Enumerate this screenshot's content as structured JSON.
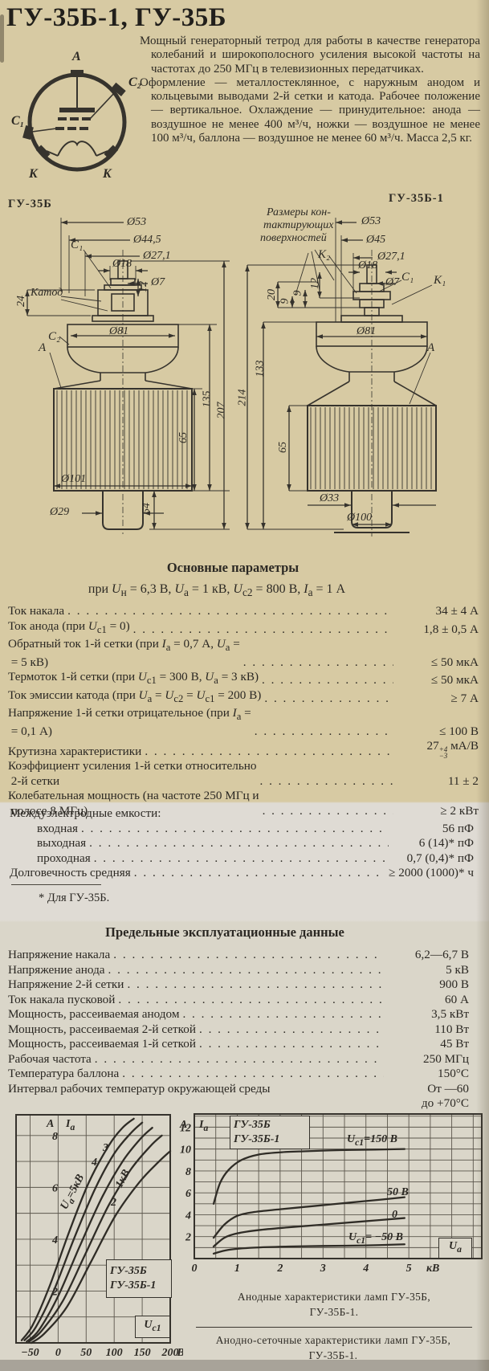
{
  "page": {
    "title": "ГУ-35Б-1, ГУ-35Б"
  },
  "intro": {
    "p1": "Мощный генераторный тетрод для работы в качестве генератора колебаний и широкополосного усиления высокой частоты на частотах до 250 МГц в телевизионных передатчиках.",
    "p2": "Оформление — металлостеклянное, с наружным анодом и кольцевыми выводами 2-й сетки и катода. Рабочее положение — вертикальное. Охлаждение — принудительное: анода — воздушное не менее 400 м³/ч, ножки — воздушное не менее 100 м³/ч, баллона — воздушное не менее 60 м³/ч. Масса 2,5 кг."
  },
  "pinout": {
    "a": "A",
    "c2": "C₂",
    "c1": "C₁",
    "k_left": "K",
    "k_right": "K"
  },
  "drawings": {
    "left": {
      "model": "ГУ-35Б",
      "c1": "C₁",
      "cathode": "Катод",
      "c2": "C₂",
      "a": "A",
      "d53": "Ø53",
      "d445": "Ø44,5",
      "d271": "Ø27,1",
      "d18": "Ø18",
      "d7": "Ø7",
      "d12": "12",
      "d24": "24",
      "d81": "Ø81",
      "d65": "65",
      "d135": "135",
      "d207": "207",
      "d101": "Ø101",
      "d29": "Ø29",
      "d54": "54"
    },
    "right": {
      "model": "ГУ-35Б-1",
      "note1": "Размеры кон-",
      "note2": "тактирующих",
      "note3": "поверхностей",
      "k2": "K₂",
      "c1": "C₁",
      "k1": "K₁",
      "a": "A",
      "d53": "Ø53",
      "d45": "Ø45",
      "d271": "Ø27,1",
      "d18": "Ø18",
      "d7": "Ø7",
      "d12": "12",
      "d20": "20",
      "d9a": "9",
      "d9b": "9",
      "d214": "214",
      "d133": "133",
      "d65": "65",
      "d81": "Ø81",
      "d33": "Ø33",
      "d100": "Ø100"
    }
  },
  "main_params": {
    "heading": "Основные параметры",
    "condition": "при <i>U</i><sub>н</sub> = 6,3 В, <i>U</i><sub>а</sub> = 1 кВ, <i>U</i><sub>с2</sub> = 800 В, <i>I</i><sub>а</sub> = 1 А",
    "rows": [
      {
        "label": "Ток накала",
        "value": "34 ± 4 А"
      },
      {
        "label": "Ток анода (при <i>U</i><sub>с1</sub> = 0)",
        "value": "1,8 ± 0,5 А"
      },
      {
        "label": "Обратный ток 1-й сетки (при <i>I</i><sub>а</sub> = 0,7 А, <i>U</i><sub>а</sub> =<br>&nbsp;= 5 кВ)",
        "value": "≤ 50 мкА"
      },
      {
        "label": "Термоток 1-й сетки (при <i>U</i><sub>с1</sub> = 300 В, <i>U</i><sub>а</sub> = 3 кВ)",
        "value": "≤ 50 мкА"
      },
      {
        "label": "Ток эмиссии катода (при <i>U</i><sub>а</sub> = <i>U</i><sub>с2</sub> = <i>U</i><sub>с1</sub> = 200 В)",
        "value": "≥ 7 А"
      },
      {
        "label": "Напряжение 1-й сетки отрицательное (при <i>I</i><sub>а</sub> =<br>&nbsp;= 0,1 А)",
        "value": "≤ 100 В"
      },
      {
        "label": "Крутизна характеристики",
        "value": "27<span class=\"ss\"><span>+4</span><span>−3</span></span> мА/В"
      },
      {
        "label": "Коэффициент усиления 1-й сетки относительно<br>&nbsp;2-й сетки",
        "value": "11 ± 2"
      },
      {
        "label": "Колебательная мощность (на частоте 250 МГц и<br>&nbsp;полосе 8 МГц)",
        "value": "≥ 2 кВт"
      }
    ]
  },
  "capacitance": {
    "heading": "Междуэлектродные емкости:",
    "rows": [
      {
        "label": "входная",
        "value": "56 пФ"
      },
      {
        "label": "выходная",
        "value": "6 (14)* пФ"
      },
      {
        "label": "проходная",
        "value": "0,7 (0,4)* пФ"
      }
    ],
    "life_label": "Долговечность средняя",
    "life_value": "≥ 2000 (1000)* ч",
    "footnote": "* Для ГУ-35Б."
  },
  "limits": {
    "heading": "Предельные эксплуатационные данные",
    "rows": [
      {
        "label": "Напряжение накала",
        "value": "6,2—6,7 В"
      },
      {
        "label": "Напряжение анода",
        "value": "5 кВ"
      },
      {
        "label": "Напряжение 2-й сетки",
        "value": "900 В"
      },
      {
        "label": "Ток накала пусковой",
        "value": "60 А"
      },
      {
        "label": "Мощность, рассеиваемая анодом",
        "value": "3,5 кВт"
      },
      {
        "label": "Мощность, рассеиваемая 2-й сеткой",
        "value": "110 Вт"
      },
      {
        "label": "Мощность, рассеиваемая 1-й сеткой",
        "value": "45 Вт"
      },
      {
        "label": "Рабочая частота",
        "value": "250 МГц"
      },
      {
        "label": "Температура баллона",
        "value": "150°С"
      },
      {
        "label": "Интервал рабочих температур окружающей среды",
        "value": "От —60\nдо +70°С"
      }
    ]
  },
  "chart_data": [
    {
      "type": "line",
      "title": "Анодно-сеточные характеристики ламп ГУ-35Б, ГУ-35Б-1",
      "xlabel": "Uc1",
      "xunit": "В",
      "ylabel": "Ia",
      "y_letter": "A",
      "y_symbol": "<i>I</i><sub>а</sub>",
      "corner_label": "<i>U</i><sub>с1</sub>",
      "xlim": [
        -75,
        200
      ],
      "ylim": [
        0,
        8.8
      ],
      "grid_step_x": 50,
      "grid_step_y": 1,
      "xticks": [
        -50,
        0,
        50,
        100,
        150,
        200
      ],
      "yticks": [
        2,
        4,
        6,
        8
      ],
      "grid": true,
      "legend_position": "on-curve",
      "model_lines": [
        "ГУ-35Б",
        "ГУ-35Б-1"
      ],
      "curve_labels": {
        "u5": "<i>U</i><sub>а</sub>=5кВ",
        "u4": "4",
        "u3": "3",
        "u2": "2",
        "u1": "1кВ"
      },
      "series": [
        {
          "name": "Ua=5кВ",
          "points": [
            [
              -65,
              0.1
            ],
            [
              -45,
              0.7
            ],
            [
              -15,
              2.2
            ],
            [
              20,
              4.3
            ],
            [
              55,
              6.2
            ],
            [
              90,
              7.6
            ],
            [
              115,
              8.3
            ],
            [
              135,
              8.65
            ]
          ]
        },
        {
          "name": "Ua=4кВ",
          "points": [
            [
              -60,
              0.1
            ],
            [
              -40,
              0.6
            ],
            [
              -8,
              2.0
            ],
            [
              28,
              4.0
            ],
            [
              65,
              5.9
            ],
            [
              100,
              7.3
            ],
            [
              130,
              8.1
            ],
            [
              150,
              8.5
            ]
          ]
        },
        {
          "name": "Ua=3кВ",
          "points": [
            [
              -56,
              0.05
            ],
            [
              -34,
              0.5
            ],
            [
              0,
              1.8
            ],
            [
              38,
              3.7
            ],
            [
              78,
              5.6
            ],
            [
              115,
              7.0
            ],
            [
              148,
              7.9
            ],
            [
              168,
              8.3
            ]
          ]
        },
        {
          "name": "Ua=2кВ",
          "points": [
            [
              -52,
              0.05
            ],
            [
              -30,
              0.45
            ],
            [
              8,
              1.6
            ],
            [
              48,
              3.4
            ],
            [
              90,
              5.3
            ],
            [
              130,
              6.7
            ],
            [
              165,
              7.6
            ],
            [
              185,
              8.0
            ]
          ]
        },
        {
          "name": "Ua=1кВ",
          "points": [
            [
              -48,
              0
            ],
            [
              -25,
              0.35
            ],
            [
              16,
              1.4
            ],
            [
              58,
              3.1
            ],
            [
              102,
              4.9
            ],
            [
              145,
              6.2
            ],
            [
              180,
              7.0
            ],
            [
              200,
              7.4
            ]
          ]
        }
      ]
    },
    {
      "type": "line",
      "title": "Анодные характеристики ламп ГУ-35Б, ГУ-35Б-1",
      "xlabel": "Ua",
      "xunit": "кВ",
      "ylabel": "Ia",
      "y_letter": "A",
      "y_symbol": "<i>I</i><sub>а</sub>",
      "corner_label": "<i>U</i><sub>а</sub>",
      "xlim": [
        0,
        6.7
      ],
      "ylim": [
        0,
        13.2
      ],
      "grid_step_x": 0.5,
      "grid_step_y": 1,
      "xticks": [
        0,
        1,
        2,
        3,
        4,
        5
      ],
      "yticks": [
        2,
        4,
        6,
        8,
        10,
        12
      ],
      "grid": true,
      "legend_position": "on-curve",
      "model_lines": [
        "ГУ-35Б",
        "ГУ-35Б-1"
      ],
      "curve_labels": {
        "c150": "<i>U</i><sub>с1</sub>=150 В",
        "c50": "50 В",
        "c0": "0",
        "cm50": "<i>U</i><sub>с1</sub>= −50 В"
      },
      "series": [
        {
          "name": "Uc1=150В",
          "points": [
            [
              0.45,
              5.0
            ],
            [
              0.6,
              6.9
            ],
            [
              0.8,
              8.1
            ],
            [
              1.1,
              9.0
            ],
            [
              1.5,
              9.5
            ],
            [
              2.0,
              9.7
            ],
            [
              2.6,
              9.8
            ],
            [
              3.4,
              9.9
            ],
            [
              4.2,
              9.95
            ],
            [
              4.9,
              10.0
            ]
          ]
        },
        {
          "name": "Uc1=50В",
          "points": [
            [
              0.45,
              1.9
            ],
            [
              0.7,
              3.1
            ],
            [
              1.0,
              3.9
            ],
            [
              1.4,
              4.25
            ],
            [
              2.0,
              4.5
            ],
            [
              2.8,
              4.8
            ],
            [
              3.6,
              5.1
            ],
            [
              4.4,
              5.4
            ],
            [
              4.9,
              5.6
            ]
          ]
        },
        {
          "name": "Uc1=0",
          "points": [
            [
              0.45,
              1.1
            ],
            [
              0.7,
              1.9
            ],
            [
              1.0,
              2.3
            ],
            [
              1.5,
              2.6
            ],
            [
              2.2,
              2.85
            ],
            [
              3.0,
              3.1
            ],
            [
              3.8,
              3.35
            ],
            [
              4.9,
              3.7
            ]
          ]
        },
        {
          "name": "Uc1=-50В",
          "points": [
            [
              0.45,
              0.45
            ],
            [
              0.8,
              0.8
            ],
            [
              1.4,
              1.0
            ],
            [
              2.2,
              1.1
            ],
            [
              3.0,
              1.15
            ],
            [
              4.0,
              1.2
            ],
            [
              4.9,
              1.3
            ]
          ]
        }
      ]
    }
  ],
  "captions": {
    "anode": "Анодные характеристики ламп ГУ-35Б,\nГУ-35Б-1.",
    "grid": "Анодно-сеточные характеристики ламп ГУ-35Б,\nГУ-35Б-1."
  }
}
